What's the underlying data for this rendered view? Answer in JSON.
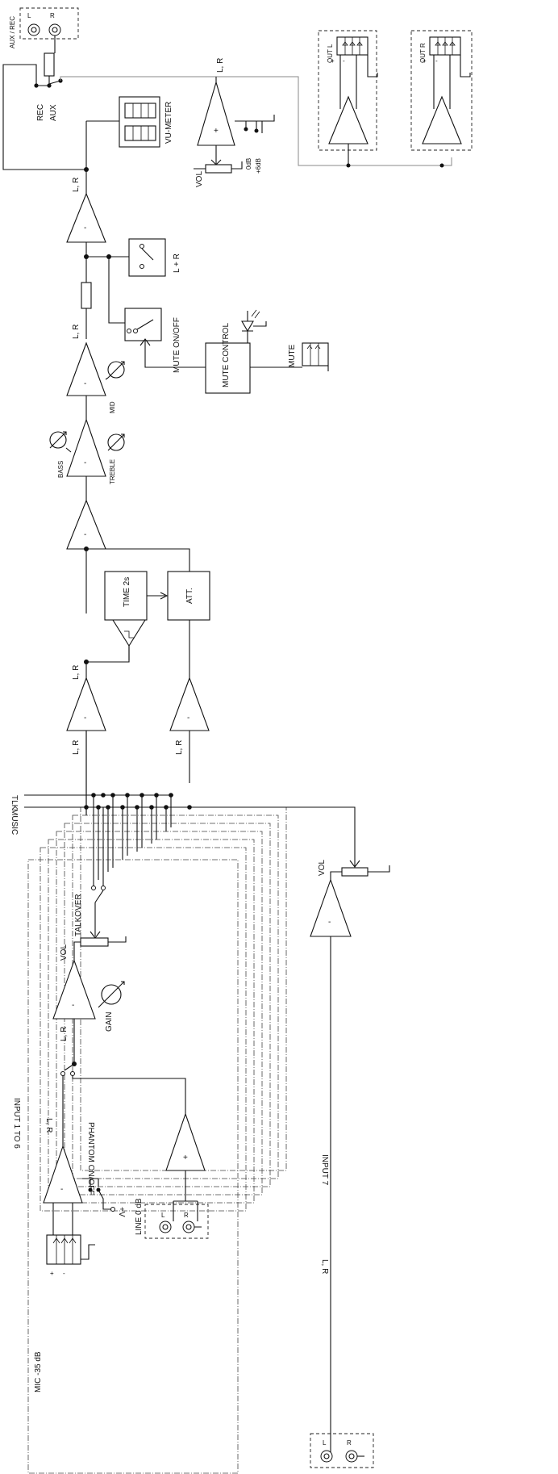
{
  "labels": {
    "aux_rec_connector": "AUX / REC",
    "conn_l": "L",
    "conn_r": "R",
    "rec": "REC",
    "aux": "AUX",
    "vu_meter": "VU-METER",
    "lr": "L, R",
    "l_plus_r": "L + R",
    "vol": "VOL",
    "gain_0db": "0dB",
    "gain_6db": "+6dB",
    "out_l": "OUT L",
    "out_r": "OUT R",
    "mute_onoff": "MUTE ON/OFF",
    "mute_control": "MUTE CONTROL",
    "mute": "MUTE",
    "mid": "MID",
    "bass": "BASS",
    "treble": "TREBLE",
    "time": "TIME 2s",
    "att": "ATT.",
    "tlk": "TLK",
    "music": "MUSIC",
    "talkover": "TALKOVER",
    "gain": "GAIN",
    "input_1_6": "INPUT 1 TO 6",
    "input_7": "INPUT 7",
    "phantom": "PHANTOM ON/OFF",
    "plus_v": "+V",
    "mic": "MIC -35 dB",
    "line": "LINE 0 dB",
    "plus": "+",
    "minus": "-"
  }
}
